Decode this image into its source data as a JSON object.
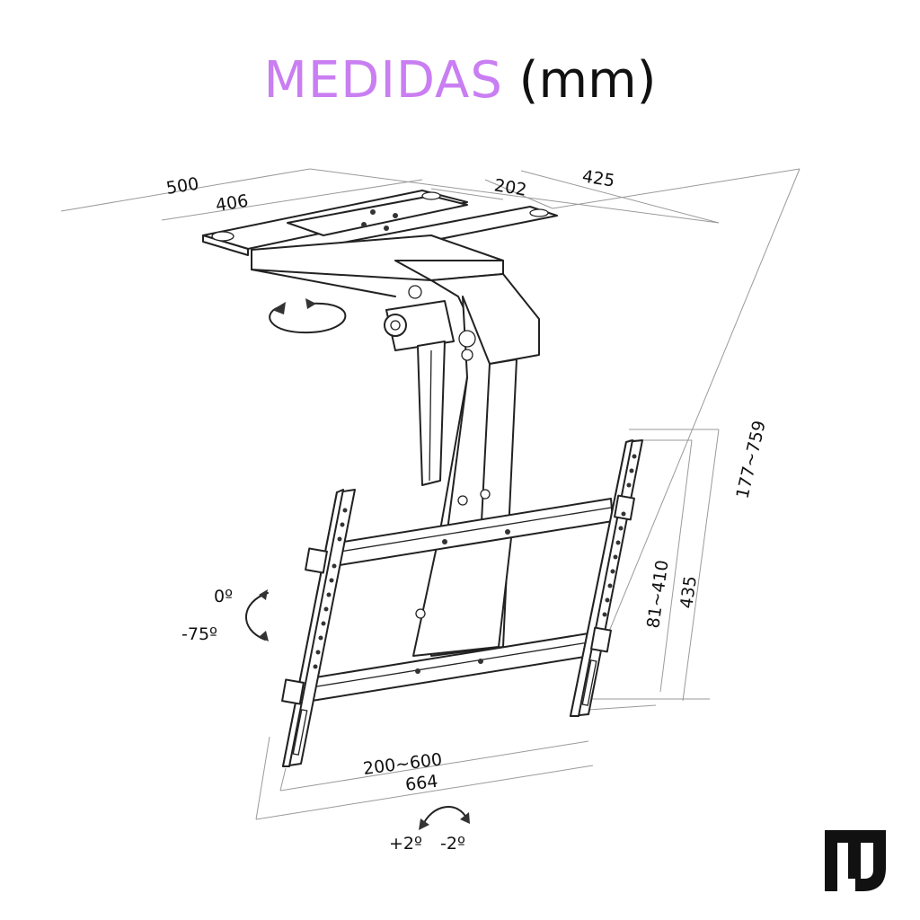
{
  "title": {
    "main": "MEDIDAS",
    "unit": "(mm)"
  },
  "colors": {
    "title_accent": "#c97ef2",
    "ink": "#111111",
    "dimension_line": "#9a9a9a"
  },
  "dimensions": {
    "d500": "500",
    "d406": "406",
    "d202": "202",
    "d425": "425",
    "height_range": "177~759",
    "height_435": "435",
    "height_81_410": "81~410",
    "width_200_600": "200~600",
    "width_664": "664"
  },
  "angles": {
    "tilt_top": "0º",
    "tilt_bottom": "-75º",
    "level_plus": "+2º",
    "level_minus": "-2º"
  },
  "icons": {
    "swivel": "rotation-arrow-icon",
    "tilt": "tilt-arrow-icon",
    "level": "level-arrow-icon",
    "brand": "brand-logo"
  }
}
